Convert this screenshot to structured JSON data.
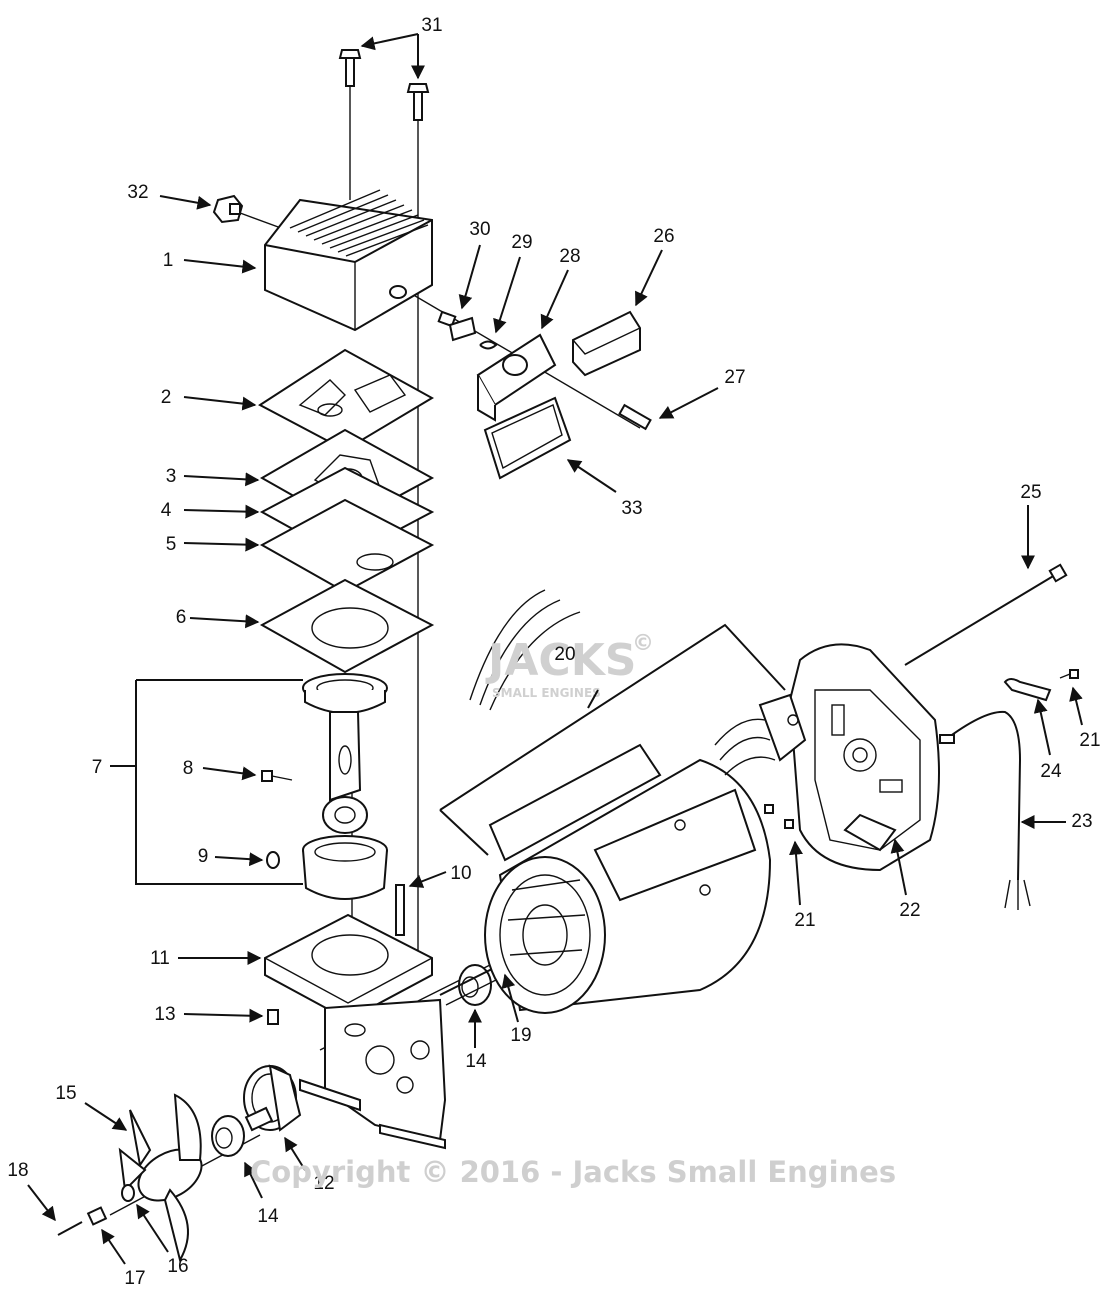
{
  "callouts": {
    "c1": "1",
    "c2": "2",
    "c3": "3",
    "c4": "4",
    "c5": "5",
    "c6": "6",
    "c7": "7",
    "c8": "8",
    "c9": "9",
    "c10": "10",
    "c11": "11",
    "c12": "12",
    "c13": "13",
    "c14a": "14",
    "c14b": "14",
    "c15": "15",
    "c16": "16",
    "c17": "17",
    "c18": "18",
    "c19": "19",
    "c20": "20",
    "c21a": "21",
    "c21b": "21",
    "c22": "22",
    "c23": "23",
    "c24": "24",
    "c25": "25",
    "c26": "26",
    "c27": "27",
    "c28": "28",
    "c29": "29",
    "c30": "30",
    "c31": "31",
    "c32": "32",
    "c33": "33"
  },
  "watermark": {
    "logo_text": "JACKS",
    "logo_subtext": "SMALL ENGINES",
    "copyright_symbol": "©",
    "copyright_line": "Copyright © 2016 - Jacks Small Engines"
  }
}
